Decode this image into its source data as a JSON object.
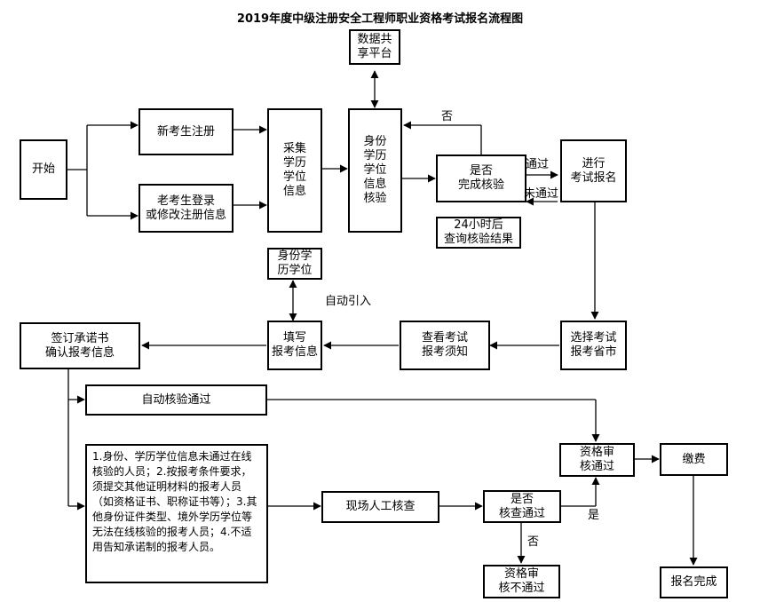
{
  "title": "2019年度中级注册安全工程师职业资格考试报名流程图",
  "nodes": {
    "start": "开始",
    "new_register": "新考生注册",
    "old_login": "老考生登录\n或修改注册信息",
    "collect": "采集\n学历\n学位\n信息",
    "verify_id": "身份\n学历\n学位\n信息\n核验",
    "data_platform": "数据共\n享平台",
    "check_done": "是否\n完成核验",
    "query_24h": "24小时后\n查询核验结果",
    "exam_signup": "进行\n考试报名",
    "choose_city": "选择考试\n报考省市",
    "view_notice": "查看考试\n报考须知",
    "fill_info": "填写\n报考信息",
    "id_degree": "身份学\n历学位",
    "sign_commit": "签订承诺书\n确认报考信息",
    "auto_pass": "自动核验通过",
    "conditions": "1.身份、学历学位信息未通过在线核验的人员；2.按报考条件要求，须提交其他证明材料的报考人员（如资格证书、职称证书等）；3.其他身份证件类型、境外学历学位等无法在线核验的报考人员；4.不适用告知承诺制的报考人员。",
    "onsite_check": "现场人工核查",
    "check_pass": "是否\n核查通过",
    "qual_pass": "资格审\n核通过",
    "qual_fail": "资格审\n核不通过",
    "pay": "缴费",
    "done": "报名完成"
  },
  "labels": {
    "no_top": "否",
    "pass": "通过",
    "not_pass": "未通过",
    "auto_import": "自动引入",
    "yes": "是",
    "no_bottom": "否"
  }
}
